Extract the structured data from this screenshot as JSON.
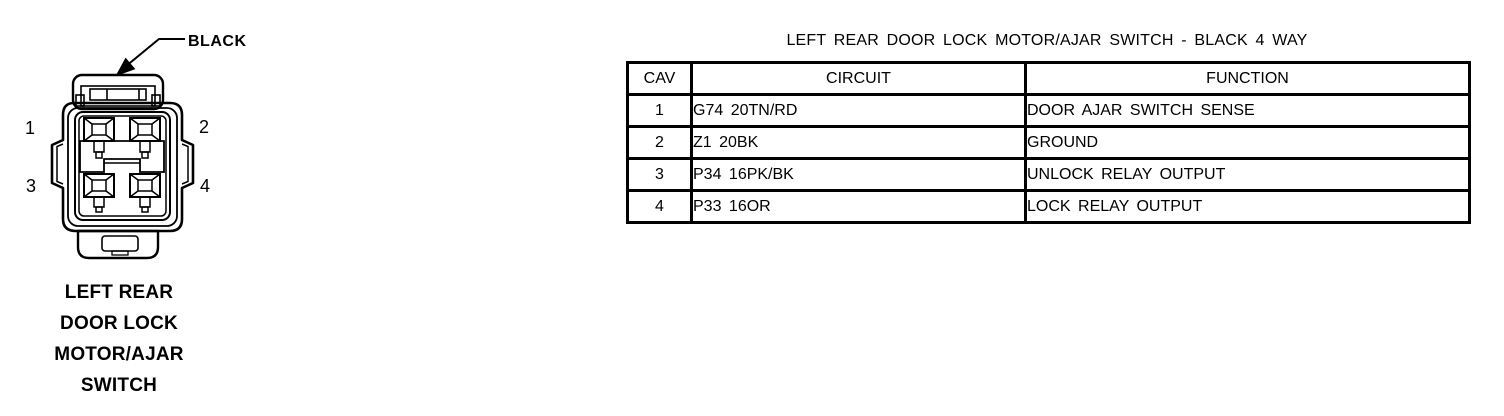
{
  "diagram": {
    "connector_color_label": "BLACK",
    "pins": [
      {
        "number": "1"
      },
      {
        "number": "2"
      },
      {
        "number": "3"
      },
      {
        "number": "4"
      }
    ],
    "caption_lines": [
      "LEFT REAR",
      "DOOR LOCK",
      "MOTOR/AJAR",
      "SWITCH"
    ]
  },
  "table": {
    "title": "LEFT REAR DOOR LOCK MOTOR/AJAR SWITCH - BLACK 4 WAY",
    "columns": [
      "CAV",
      "CIRCUIT",
      "FUNCTION"
    ],
    "rows": [
      {
        "cav": "1",
        "circuit": "G74 20TN/RD",
        "function": "DOOR AJAR SWITCH SENSE"
      },
      {
        "cav": "2",
        "circuit": "Z1 20BK",
        "function": "GROUND"
      },
      {
        "cav": "3",
        "circuit": "P34 16PK/BK",
        "function": "UNLOCK RELAY OUTPUT"
      },
      {
        "cav": "4",
        "circuit": "P33 16OR",
        "function": "LOCK RELAY OUTPUT"
      }
    ]
  },
  "colors": {
    "ink": "#000000",
    "background": "#ffffff"
  }
}
